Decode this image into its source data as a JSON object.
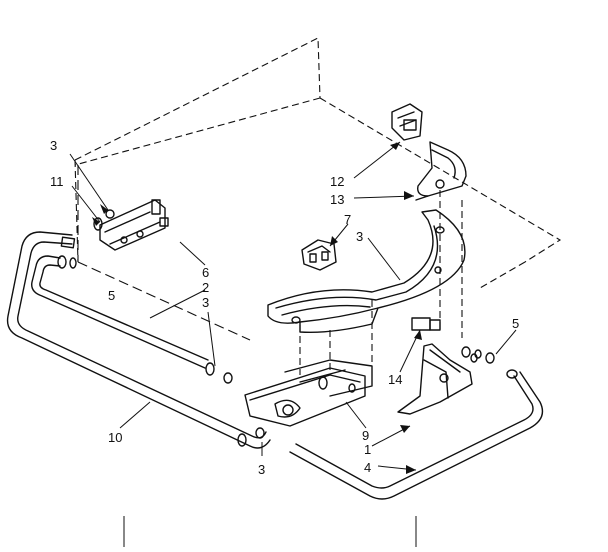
{
  "diagram": {
    "part_callouts": [
      {
        "id": "c3a",
        "text": "3"
      },
      {
        "id": "c11",
        "text": "11"
      },
      {
        "id": "c5a",
        "text": "5"
      },
      {
        "id": "c6",
        "text": "6"
      },
      {
        "id": "c2",
        "text": "2"
      },
      {
        "id": "c3b",
        "text": "3"
      },
      {
        "id": "c10",
        "text": "10"
      },
      {
        "id": "c3c",
        "text": "3"
      },
      {
        "id": "c12",
        "text": "12"
      },
      {
        "id": "c13",
        "text": "13"
      },
      {
        "id": "c7",
        "text": "7"
      },
      {
        "id": "c3d",
        "text": "3"
      },
      {
        "id": "c5b",
        "text": "5"
      },
      {
        "id": "c14",
        "text": "14"
      },
      {
        "id": "c9",
        "text": "9"
      },
      {
        "id": "c1",
        "text": "1"
      },
      {
        "id": "c4",
        "text": "4"
      }
    ]
  }
}
